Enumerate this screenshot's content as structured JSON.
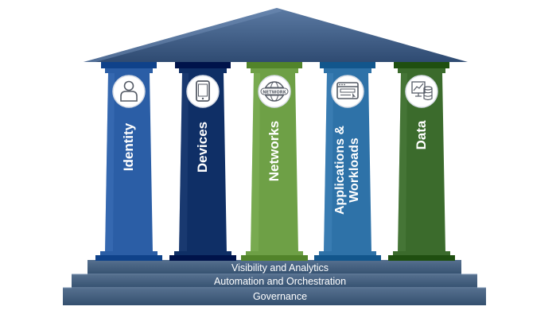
{
  "pillars": [
    {
      "id": "identity",
      "label": "Identity",
      "icon": "person-icon",
      "color": "#2b5ea6"
    },
    {
      "id": "devices",
      "label": "Devices",
      "icon": "tablet-icon",
      "color": "#0f2f66"
    },
    {
      "id": "networks",
      "label": "Networks",
      "icon": "network-globe-icon",
      "icon_text": "NETWORK",
      "color": "#6ea046"
    },
    {
      "id": "applications",
      "label": "Applications &\nWorkloads",
      "icon": "browser-window-icon",
      "color": "#2e72a8"
    },
    {
      "id": "data",
      "label": "Data",
      "icon": "database-chart-icon",
      "color": "#3b6b2c"
    }
  ],
  "foundation": [
    {
      "id": "visibility",
      "label": "Visibility and Analytics"
    },
    {
      "id": "automation",
      "label": "Automation and Orchestration"
    },
    {
      "id": "governance",
      "label": "Governance"
    }
  ],
  "colors": {
    "roof": "#3d5a82",
    "roof_light": "#5a7aa2",
    "steps": "#3f5a7c",
    "step_edge": "#6e86a6"
  }
}
